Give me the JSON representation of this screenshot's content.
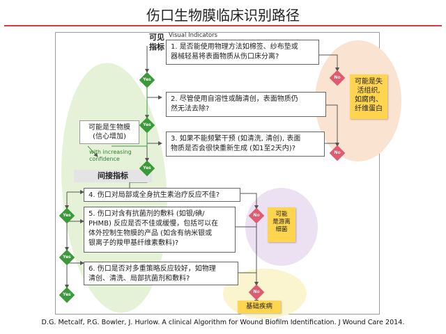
{
  "title": "伤口生物膜临床识别路径",
  "visible_label": "可见\n指标",
  "visual_indicators_header": "Visual Indicators",
  "indirect_label": "间接指标",
  "biofilm_box": "可能是生物膜\n(信心增加)",
  "increasing_confidence": "with increasing\nconfidence",
  "steps": [
    "1. 是否能使用物理方法如棉签、纱布垫或\n器械轻易将表面物质从伤口床分离?",
    "2. 尽管使用自溶性或酶清创，表面物质仍\n然无法去除?",
    "3. 如果不能频繁干预 (如清洗, 清创), 表面\n物质是否会很快重新生成 (如1至2天内)?",
    "4. 伤口对局部或全身抗生素治疗反应不佳?",
    "5. 伤口对含有抗菌剂的敷料 (如银/碘/\nPHMB) 反应是否不佳或缓慢，包括可以在\n体外控制生物膜的产品 (如含有纳米银或\n银离子的羧甲基纤维素敷料)?",
    "6. 伤口是否对多重策略反应较好，如物理\n清创、清洗、局部抗菌剂和敷料?"
  ],
  "yes_label": "Yes",
  "no_label": "No",
  "sticky_notes": {
    "non_viable": "可能是失\n活组织,\n如腐肉、\n纤维蛋白",
    "planktonic": "可能\n是游离\n细菌",
    "underlying": "基础疾病"
  },
  "citation": "D.G. Metcalf, P.G. Bowler, J. Hurlow.  A clinical Algorithm for Wound Biofilm Identification. J Wound Care 2014.",
  "colors": {
    "yes": "#3a9a3a",
    "no": "#e05a70",
    "sticky": "#ffd54f",
    "title_rule": "#d04040"
  }
}
